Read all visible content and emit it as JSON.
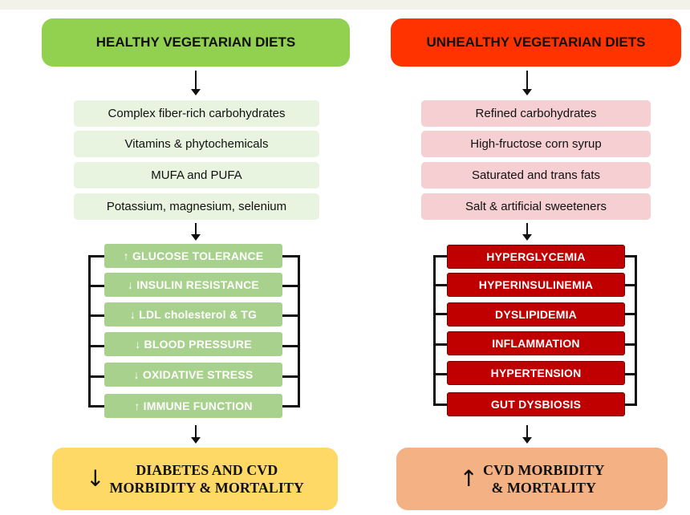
{
  "left": {
    "header": "HEALTHY VEGETARIAN DIETS",
    "nutrients": [
      "Complex fiber-rich carbohydrates",
      "Vitamins & phytochemicals",
      "MUFA and PUFA",
      "Potassium, magnesium, selenium"
    ],
    "effects": [
      "↑ GLUCOSE TOLERANCE",
      "↓ INSULIN RESISTANCE",
      "↓ LDL cholesterol & TG",
      "↓ BLOOD PRESSURE",
      "↓ OXIDATIVE STRESS",
      "↑ IMMUNE FUNCTION"
    ],
    "outcome_arrow": "↓",
    "outcome_line1": "DIABETES AND CVD",
    "outcome_line2": "MORBIDITY & MORTALITY"
  },
  "right": {
    "header": "UNHEALTHY VEGETARIAN DIETS",
    "nutrients": [
      "Refined carbohydrates",
      "High-fructose corn syrup",
      "Saturated and trans fats",
      "Salt & artificial sweeteners"
    ],
    "effects": [
      "HYPERGLYCEMIA",
      "HYPERINSULINEMIA",
      "DYSLIPIDEMIA",
      "INFLAMMATION",
      "HYPERTENSION",
      "GUT DYSBIOSIS"
    ],
    "outcome_arrow": "↑",
    "outcome_line1": "CVD MORBIDITY",
    "outcome_line2": "& MORTALITY"
  },
  "colors": {
    "healthy_header": "#92d050",
    "unhealthy_header": "#ff3300",
    "healthy_nutrient": "#e8f3e0",
    "unhealthy_nutrient": "#f5cfd1",
    "healthy_effect": "#a9d18e",
    "unhealthy_effect": "#c00000",
    "healthy_outcome": "#ffd966",
    "unhealthy_outcome": "#f4b183"
  }
}
